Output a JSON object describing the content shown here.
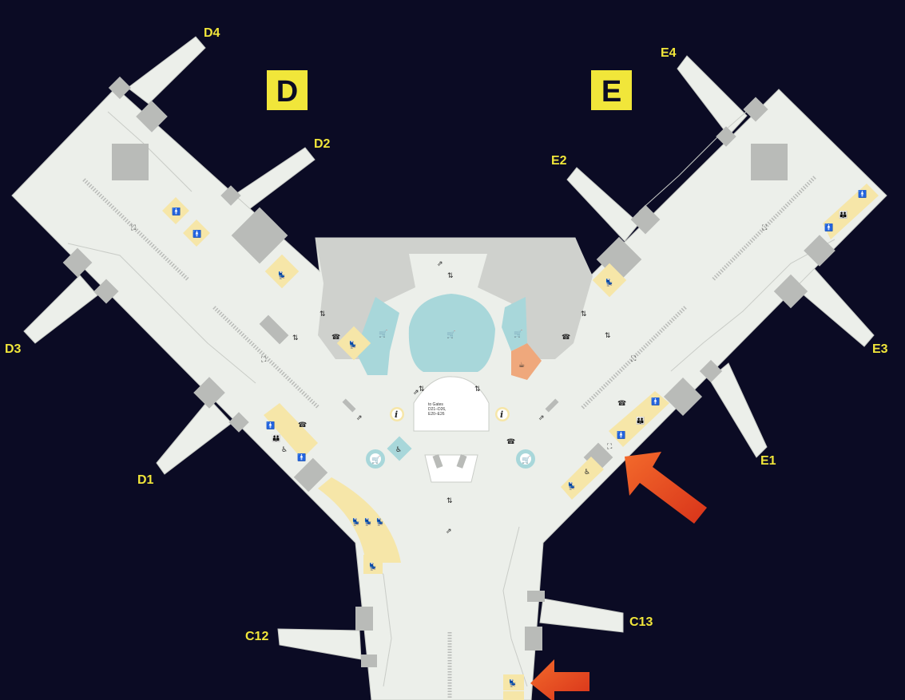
{
  "concourses": {
    "d": "D",
    "e": "E"
  },
  "gates": {
    "d1": "D1",
    "d2": "D2",
    "d3": "D3",
    "d4": "D4",
    "e1": "E1",
    "e2": "E2",
    "e3": "E3",
    "e4": "E4",
    "c12": "C12",
    "c13": "C13"
  },
  "central_sign": {
    "line1": "to Gates",
    "line2": "D21–D26,",
    "line3": "E20–E26"
  },
  "icons": {
    "info": "i",
    "restroom": "🚻",
    "person": "🚹",
    "escalator": "⇗",
    "elevator": "⇅",
    "shop": "🛒",
    "cafe": "☕",
    "phone": "☎",
    "walkway": "⛶",
    "seat": "💺",
    "family": "👪",
    "wheelchair": "♿"
  },
  "colors": {
    "background": "#0b0b24",
    "floor": "#ecefea",
    "outline": "#c9ccc7",
    "building": "#cfd1cd",
    "block": "#b9bbb8",
    "amenity": "#f6e6a8",
    "shop_zone": "#a8d7da",
    "cafe_zone": "#efa87c",
    "label_yellow": "#f1e63a",
    "arrow_red": "#e8421f"
  }
}
